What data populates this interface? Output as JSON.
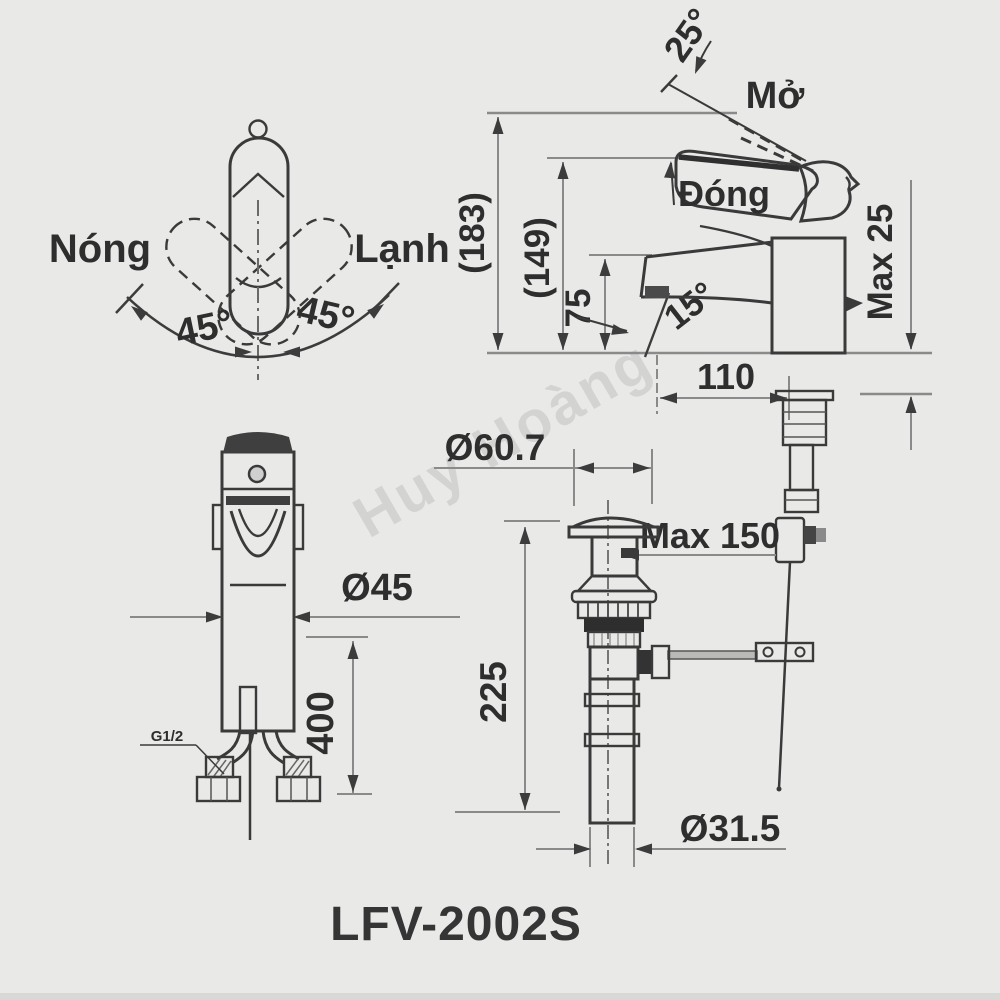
{
  "product": {
    "model": "LFV-2002S"
  },
  "watermark": "Huy Hoàng",
  "top_view": {
    "hot_label": "Nóng",
    "cold_label": "Lạnh",
    "left_angle": "45°",
    "right_angle": "45°"
  },
  "side_view": {
    "open_angle": "25°",
    "open_label": "Mở",
    "closed_label": "Đóng",
    "overall_height": "(183)",
    "handle_height": "(149)",
    "spout_height": "75",
    "spout_angle": "15°",
    "deck_thickness": "Max 25",
    "spout_reach": "110",
    "rod_drop": "Max 150"
  },
  "front_view": {
    "body_diameter": "Ø45",
    "hose_length": "400",
    "thread_size": "G1/2"
  },
  "drain_view": {
    "flange_diameter": "Ø60.7",
    "tail_length": "225",
    "pipe_diameter": "Ø31.5"
  }
}
